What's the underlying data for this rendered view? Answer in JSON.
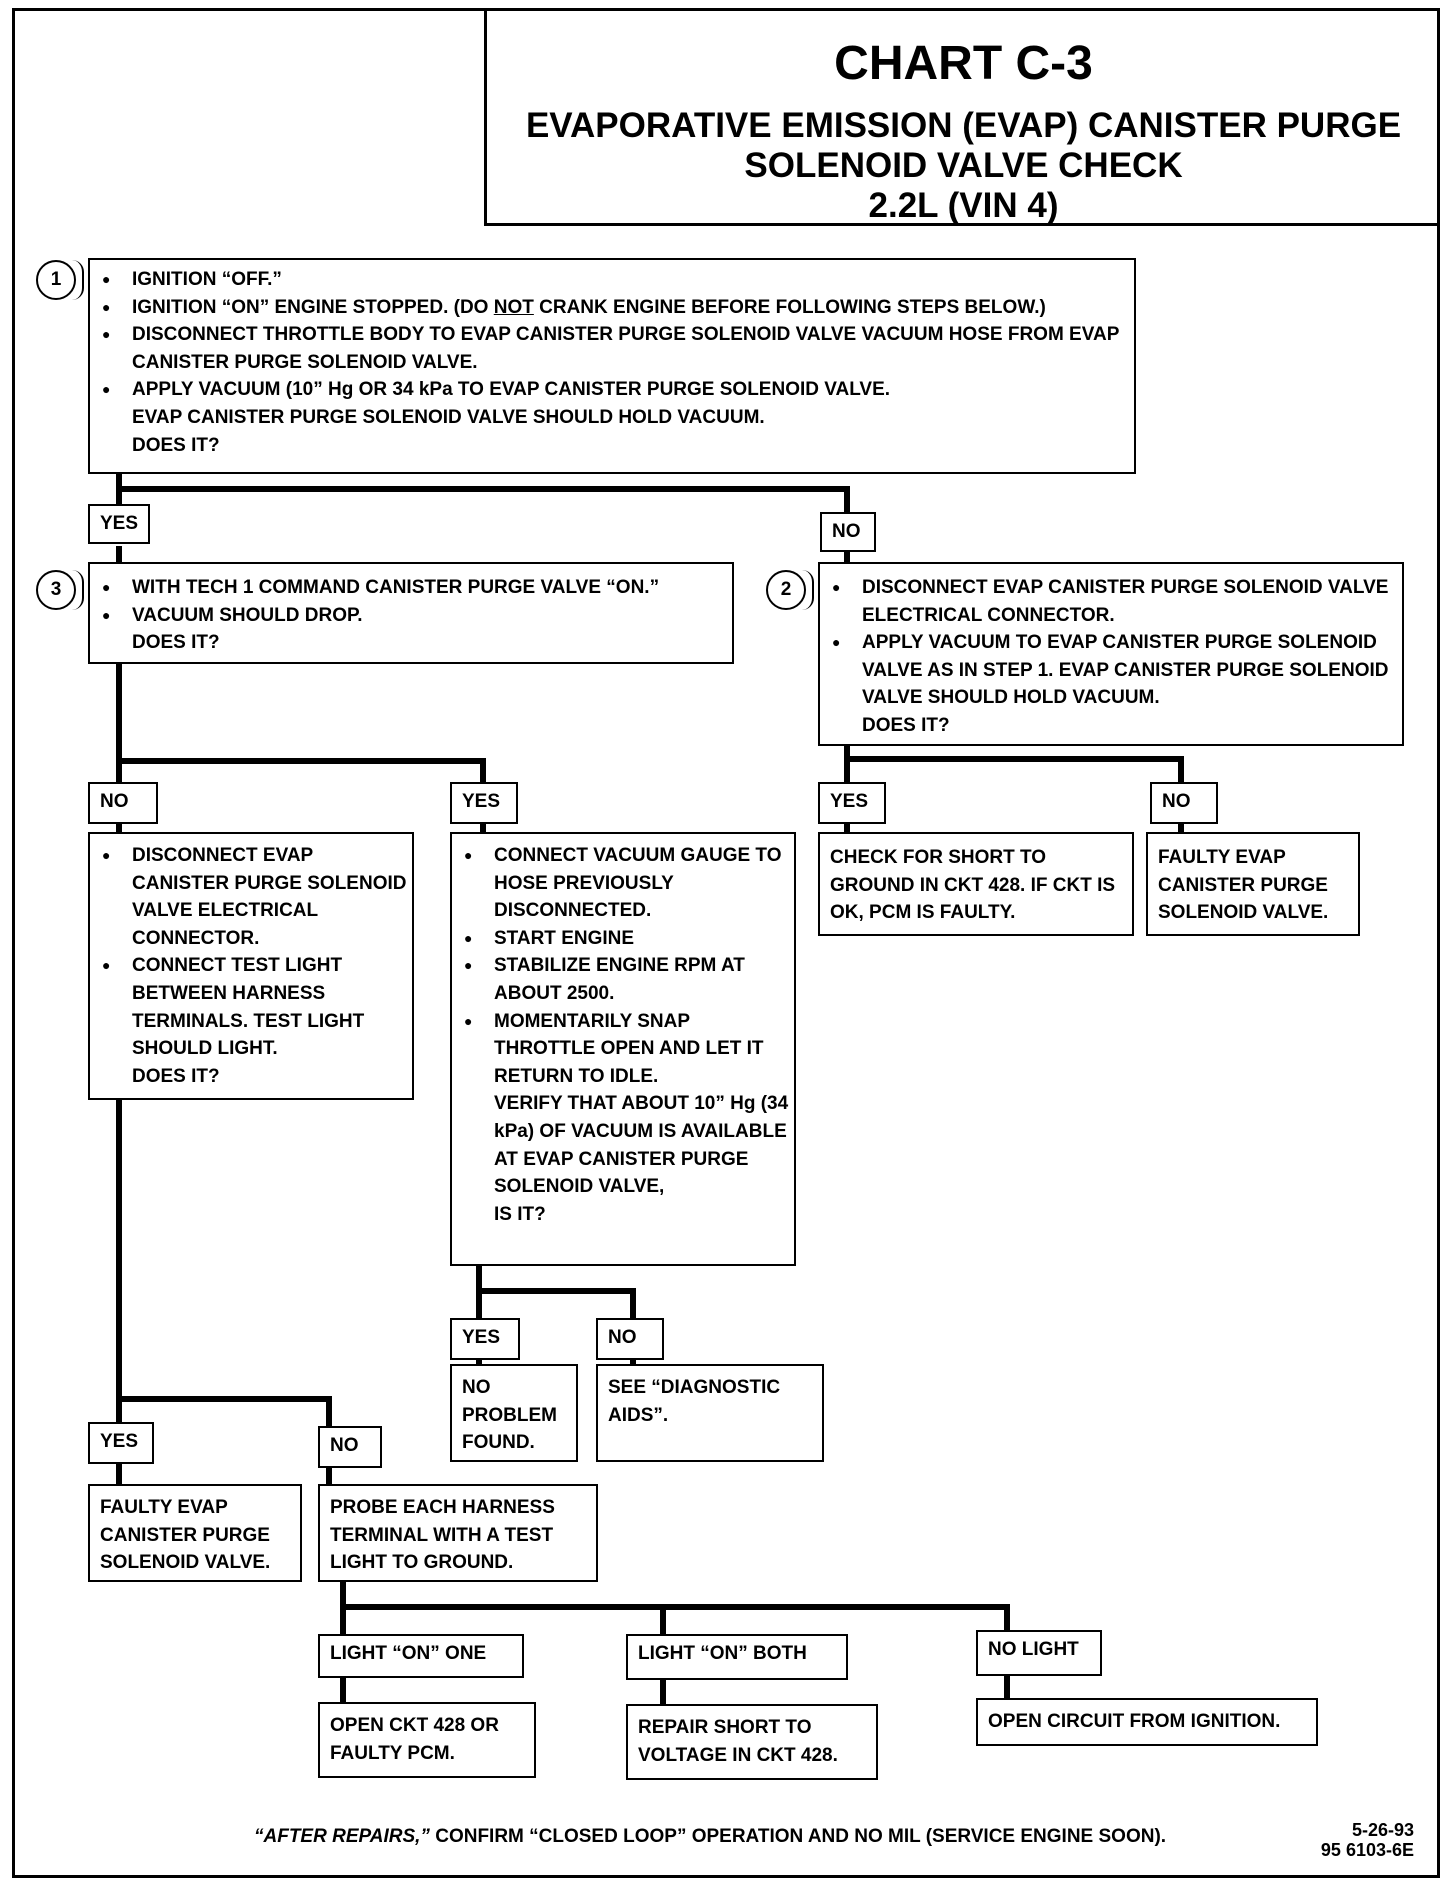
{
  "header": {
    "title": "CHART C-3",
    "subtitle_line1": "EVAPORATIVE EMISSION (EVAP) CANISTER PURGE",
    "subtitle_line2": "SOLENOID VALVE CHECK",
    "subtitle_line3": "2.2L  (VIN 4)"
  },
  "step1": {
    "number": "1",
    "bullets": [
      "IGNITION “OFF.”",
      "IGNITION “ON” ENGINE STOPPED.  (DO NOT CRANK ENGINE BEFORE FOLLOWING STEPS BELOW.)",
      "DISCONNECT THROTTLE BODY TO EVAP  CANISTER PURGE SOLENOID VALVE VACUUM HOSE FROM EVAP CANISTER PURGE SOLENOID VALVE.",
      "APPLY VACUUM (10” Hg OR 34 kPa TO EVAP CANISTER PURGE SOLENOID VALVE."
    ],
    "trailing": [
      "EVAP CANISTER PURGE SOLENOID VALVE SHOULD HOLD VACUUM.",
      "DOES IT?"
    ]
  },
  "step2": {
    "number": "2",
    "bullets": [
      "DISCONNECT EVAP CANISTER PURGE SOLENOID VALVE ELECTRICAL CONNECTOR.",
      "APPLY VACUUM TO EVAP CANISTER PURGE SOLENOID VALVE AS IN STEP 1.  EVAP CANISTER PURGE SOLENOID VALVE SHOULD HOLD VACUUM."
    ],
    "trailing": [
      "DOES IT?"
    ]
  },
  "step3": {
    "number": "3",
    "bullets": [
      "WITH TECH 1 COMMAND CANISTER PURGE  VALVE “ON.”",
      "VACUUM SHOULD DROP."
    ],
    "trailing": [
      "DOES IT?"
    ]
  },
  "labels": {
    "yes": "YES",
    "no": "NO",
    "light_on_one": "LIGHT “ON” ONE",
    "light_on_both": "LIGHT “ON” BOTH",
    "no_light": "NO LIGHT"
  },
  "boxes": {
    "step3_no": {
      "bullets": [
        "DISCONNECT EVAP CANISTER PURGE SOLENOID VALVE ELECTRICAL CONNECTOR.",
        "CONNECT TEST LIGHT BETWEEN HARNESS TERMINALS.  TEST LIGHT SHOULD LIGHT."
      ],
      "trailing": [
        "DOES IT?"
      ]
    },
    "step3_yes": {
      "bullets": [
        "CONNECT VACUUM GAUGE TO HOSE PREVIOUSLY DISCONNECTED.",
        "START ENGINE",
        "STABILIZE ENGINE RPM AT ABOUT 2500.",
        "MOMENTARILY SNAP THROTTLE OPEN AND LET IT RETURN TO IDLE."
      ],
      "trailing": [
        "VERIFY THAT ABOUT 10” Hg (34 kPa) OF VACUUM IS AVAILABLE AT EVAP CANISTER PURGE SOLENOID VALVE,",
        "IS IT?"
      ]
    },
    "step2_yes": "CHECK FOR SHORT TO GROUND IN CKT 428.  IF CKT IS OK, PCM IS FAULTY.",
    "step2_no": "FAULTY EVAP CANISTER PURGE SOLENOID VALVE.",
    "no_problem": "NO PROBLEM FOUND.",
    "diag_aids": "SEE “DIAGNOSTIC AIDS”.",
    "faulty_valve": "FAULTY EVAP CANISTER PURGE SOLENOID VALVE.",
    "probe": "PROBE EACH HARNESS TERMINAL WITH A TEST LIGHT TO GROUND.",
    "open_ckt": "OPEN CKT 428 OR FAULTY PCM.",
    "repair_short": "REPAIR SHORT TO VOLTAGE IN CKT 428.",
    "open_circuit": "OPEN CIRCUIT FROM IGNITION."
  },
  "footer": {
    "after_repairs": "“AFTER REPAIRS,”",
    "confirm": " CONFIRM “CLOSED LOOP” OPERATION AND NO MIL (SERVICE ENGINE SOON).",
    "date": "5-26-93",
    "code": "95 6103-6E"
  }
}
